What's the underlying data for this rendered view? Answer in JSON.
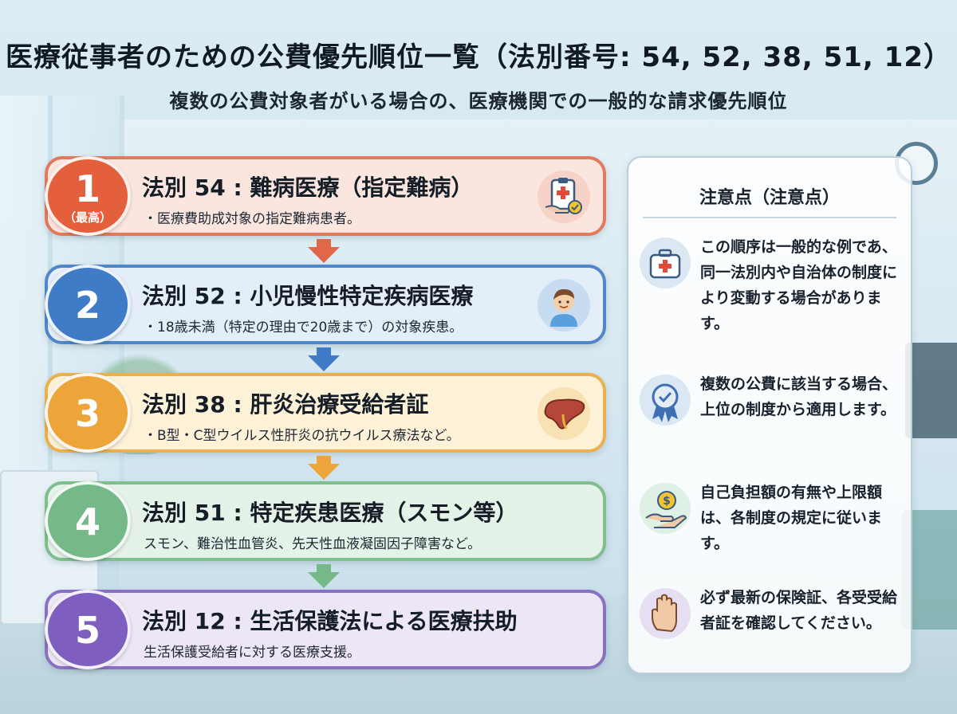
{
  "header": {
    "title": "医療従事者のための公費優先順位一覧（法別番号: 54, 52, 38, 51, 12）",
    "subtitle": "複数の公費対象者がいる場合の、医療機関での一般的な請求優先順位"
  },
  "priorities": [
    {
      "rank": "1",
      "rank_note": "（最高）",
      "title": "法別 54 : 難病医療（指定難病）",
      "description": "・医療費助成対象の指定難病患者。",
      "icon": "clipboard-medical-icon",
      "color": "#e45f3c"
    },
    {
      "rank": "2",
      "title": "法別 52 : 小児慢性特定疾病医療",
      "description": "・18歳未満（特定の理由で20歳まで）の対象疾患。",
      "icon": "child-icon",
      "color": "#3f7bc6"
    },
    {
      "rank": "3",
      "title": "法別 38 : 肝炎治療受給者証",
      "description": "・B型・C型ウイルス性肝炎の抗ウイルス療法など。",
      "icon": "liver-icon",
      "color": "#eda53a"
    },
    {
      "rank": "4",
      "title": "法別 51 : 特定疾患医療（スモン等）",
      "description": "スモン、難治性血管炎、先天性血液凝固因子障害など。",
      "color": "#74b987"
    },
    {
      "rank": "5",
      "title": "法別 12 : 生活保護法による医療扶助",
      "description": "生活保護受給者に対する医療支援。",
      "color": "#7e5fbf"
    }
  ],
  "notes_panel": {
    "title": "注意点（注意点）",
    "notes": [
      {
        "icon": "medical-kit-icon",
        "text": "この順序は一般的な例であ、同一法別内や自治体の制度により変動する場合があります。"
      },
      {
        "icon": "award-ribbon-icon",
        "text": "複数の公費に該当する場合、上位の制度から適用します。"
      },
      {
        "icon": "hand-coin-icon",
        "text": "自己負担額の有無や上限額は、各制度の規定に従います。"
      },
      {
        "icon": "raised-hand-icon",
        "text": "必ず最新の保険証、各受受給者証を確認してください。"
      }
    ]
  }
}
